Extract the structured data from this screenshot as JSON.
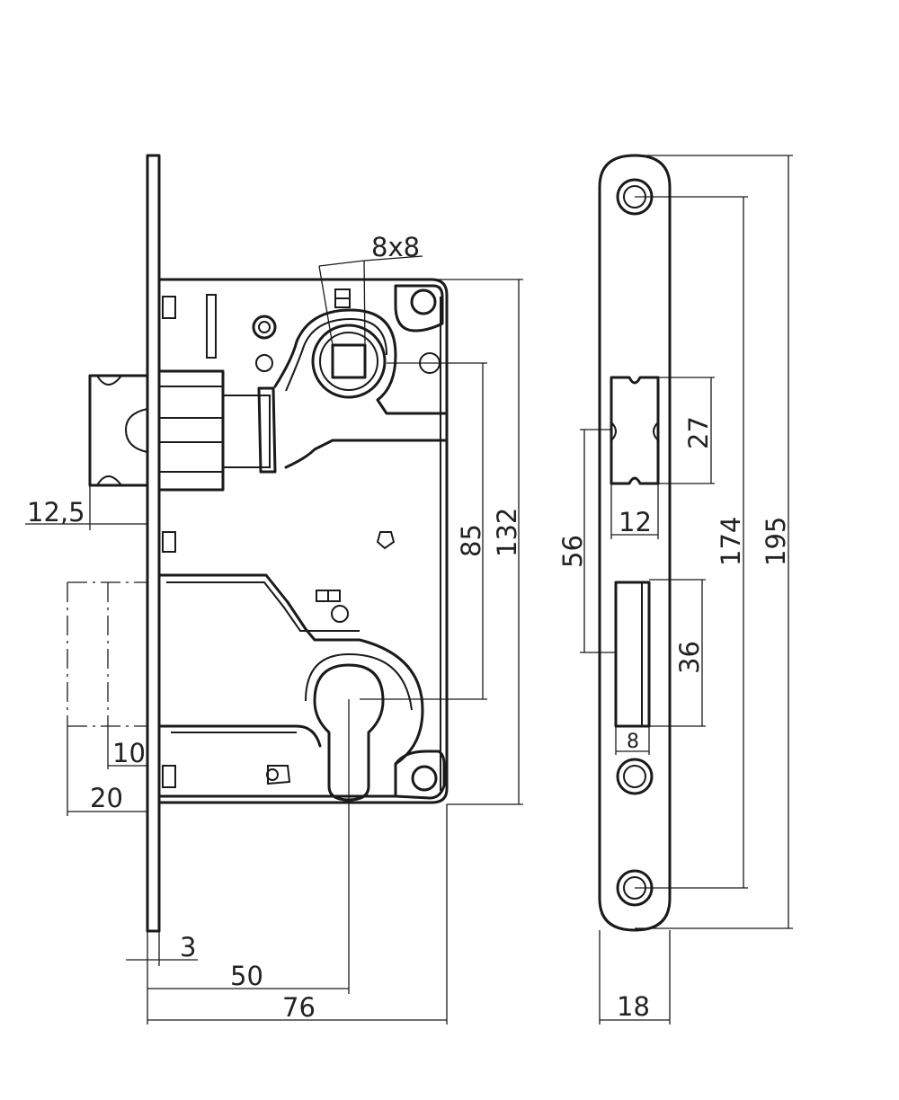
{
  "dimensions": {
    "spindle_square": "8x8",
    "latch_projection": "12,5",
    "spindle_to_cylinder": "85",
    "case_height": "132",
    "deadbolt_offset": "10",
    "deadbolt_throw": "20",
    "faceplate_thickness": "3",
    "backset": "50",
    "case_depth": "76",
    "latch_hole_height": "27",
    "latch_hole_width": "12",
    "hole_spacing": "56",
    "bolt_hole_height": "36",
    "bolt_hole_width": "8",
    "screw_spacing": "174",
    "strike_plate_length": "195",
    "strike_plate_width": "18"
  },
  "colors": {
    "line": "#1a1a1a",
    "background": "#ffffff"
  }
}
